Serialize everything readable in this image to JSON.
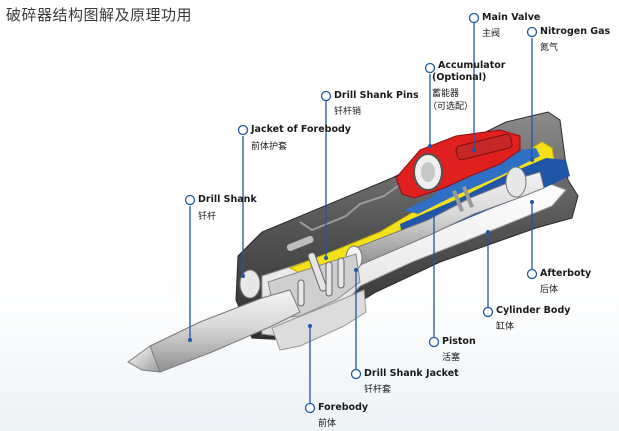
{
  "title": "破碎器结构图解及原理功用",
  "callouts": {
    "main_valve": {
      "en": "Main Valve",
      "cn": "主阀"
    },
    "nitrogen_gas": {
      "en": "Nitrogen Gas",
      "cn": "氮气"
    },
    "accumulator": {
      "en": "Accumulator",
      "en2": "(Optional)",
      "cn": "蓄能器",
      "cn2": "（可选配）"
    },
    "drill_shank_pins": {
      "en": "Drill Shank Pins",
      "cn": "钎杆销"
    },
    "jacket_of_forebody": {
      "en": "Jacket of Forebody",
      "cn": "前体护套"
    },
    "drill_shank": {
      "en": "Drill Shank",
      "cn": "钎杆"
    },
    "afterbody": {
      "en": "Afterboty",
      "cn": "后体"
    },
    "cylinder_body": {
      "en": "Cylinder Body",
      "cn": "缸体"
    },
    "piston": {
      "en": "Piston",
      "cn": "活塞"
    },
    "drill_shank_jacket": {
      "en": "Drill Shank Jacket",
      "cn": "钎杆套"
    },
    "forebody": {
      "en": "Forebody",
      "cn": "前体"
    }
  },
  "colors": {
    "body_dark": "#4a4a4a",
    "body_mid": "#8a8a8a",
    "body_light": "#c8c8c8",
    "cutaway_face": "#f2f2f2",
    "yellow_oil": "#f5e11a",
    "blue_passage": "#1f56a8",
    "red_valve": "#e0201f",
    "steel": "#d9d9d9",
    "leader_line": "#1f56a8"
  }
}
